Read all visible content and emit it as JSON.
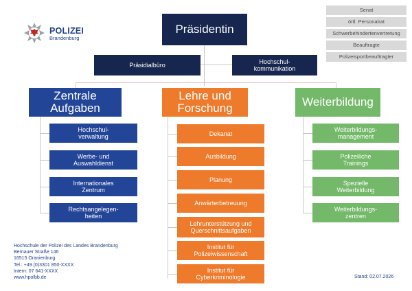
{
  "logo": {
    "name": "POLIZEI",
    "subname": "Brandenburg",
    "star_color": "#9aa0a8",
    "eagle_color": "#c0261e"
  },
  "top": {
    "title": "Präsidentin",
    "left_office": "Präsidialbüro",
    "right_office": "Hochschul-\nkommunikation"
  },
  "committees": [
    "Senat",
    "örtl. Personalrat",
    "Schwerbehindertenvertretung",
    "Beauftragte",
    "Polizeisportbeauftragter"
  ],
  "columns": [
    {
      "title": "Zentrale\nAufgaben",
      "color": "#234598",
      "items": [
        "Hochschul-\nverwaltung",
        "Werbe- und\nAuswahldienst",
        "Internationales\nZentrum",
        "Rechtsangelegen-\nheiten"
      ]
    },
    {
      "title": "Lehre und\nForschung",
      "color": "#ee7a2b",
      "items": [
        "Dekanat",
        "Ausbildung",
        "Planung",
        "Anwärterbetreuung",
        "Lehrunterstützung und\nQuerschnittsaufgaben",
        "Institut für\nPolizeiwissenschaft",
        "Institut für\nCyberkriminologie"
      ]
    },
    {
      "title": "Weiterbildung",
      "color": "#74b869",
      "items": [
        "Weiterbildungs-\nmanagement",
        "Polizeiliche\nTrainings",
        "Spezielle\nWeiterbildung",
        "Weiterbildungs-\nzentren"
      ]
    }
  ],
  "footer": {
    "lines": [
      "Hochschule der Polizei des Landes Brandenburg",
      "Bernauer Straße 146",
      "16515 Oranienburg",
      "Tel.: +49 (0)3301 850-XXXX",
      "Intern: 07 641-XXXX",
      "www.hpolbb.de"
    ],
    "stand": "Stand: 02.07.2026"
  }
}
